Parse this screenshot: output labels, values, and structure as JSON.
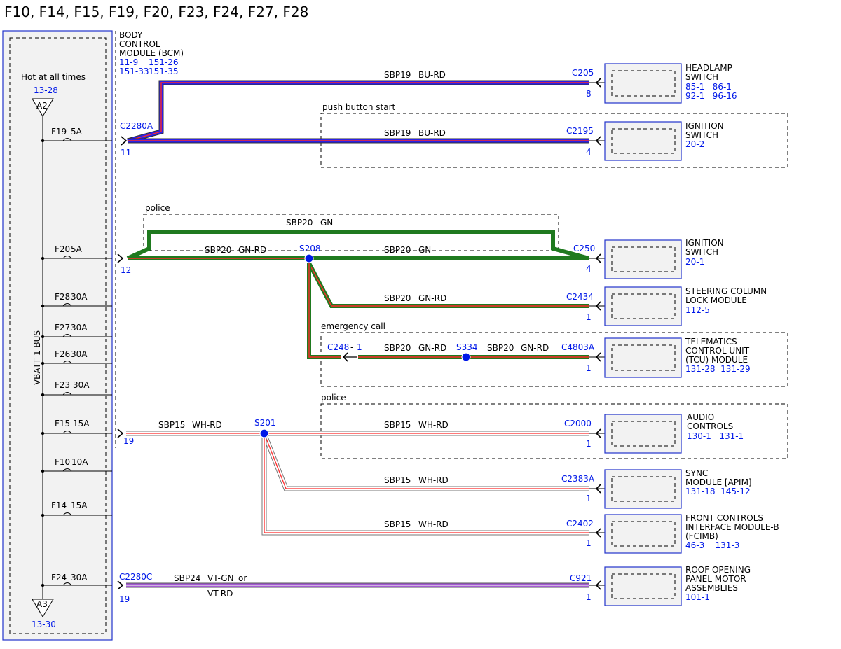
{
  "title": "F10, F14, F15, F19, F20, F23, F24, F27, F28",
  "bus": {
    "label": "VBATT 1 BUS",
    "hot_label": "Hot at all times",
    "a2": {
      "id": "A2",
      "ref": "13-28"
    },
    "a3": {
      "id": "A3",
      "ref": "13-30"
    },
    "fuses": [
      {
        "name": "F19",
        "rating": "5A"
      },
      {
        "name": "F20",
        "rating": "5A"
      },
      {
        "name": "F28",
        "rating": "30A"
      },
      {
        "name": "F27",
        "rating": "30A"
      },
      {
        "name": "F26",
        "rating": "30A"
      },
      {
        "name": "F23",
        "rating": "30A"
      },
      {
        "name": "F15",
        "rating": "15A"
      },
      {
        "name": "F10",
        "rating": "10A"
      },
      {
        "name": "F14",
        "rating": "15A"
      },
      {
        "name": "F24",
        "rating": "30A"
      }
    ]
  },
  "bcm": {
    "label": [
      "BODY",
      "CONTROL",
      "MODULE (BCM)"
    ],
    "refs": [
      "11-9",
      "151-26",
      "151-33",
      "151-35"
    ],
    "pins": [
      {
        "connector": "C2280A",
        "pin": "11"
      },
      {
        "pin": "12"
      },
      {
        "pin": "19"
      },
      {
        "connector": "C2280C",
        "pin": "19"
      }
    ]
  },
  "zones": {
    "push_button_start": "push button start",
    "police_top": "police",
    "emergency_call": "emergency call",
    "police_bottom": "police"
  },
  "wires": {
    "sbp19_headlamp": {
      "circuit": "SBP19",
      "color": "BU-RD"
    },
    "sbp19_ignition": {
      "circuit": "SBP19",
      "color": "BU-RD"
    },
    "sbp20_police": {
      "circuit": "SBP20",
      "color": "GN"
    },
    "sbp20_bcm": {
      "circuit": "SBP20",
      "color": "GN-RD"
    },
    "sbp20_ignition": {
      "circuit": "SBP20",
      "color": "GN"
    },
    "sbp20_steering": {
      "circuit": "SBP20",
      "color": "GN-RD"
    },
    "sbp20_tcu_a": {
      "circuit": "SBP20",
      "color": "GN-RD"
    },
    "sbp20_tcu_b": {
      "circuit": "SBP20",
      "color": "GN-RD"
    },
    "sbp15_bcm": {
      "circuit": "SBP15",
      "color": "WH-RD"
    },
    "sbp15_audio": {
      "circuit": "SBP15",
      "color": "WH-RD"
    },
    "sbp15_sync": {
      "circuit": "SBP15",
      "color": "WH-RD"
    },
    "sbp15_fcimb": {
      "circuit": "SBP15",
      "color": "WH-RD"
    },
    "sbp24_roof": {
      "circuit": "SBP24",
      "color": "VT-GN",
      "or_label": "or",
      "alt_color": "VT-RD"
    }
  },
  "splices": {
    "s208": "S208",
    "s334": "S334",
    "s201": "S201"
  },
  "inline_connector": {
    "name": "C248",
    "pin": "1"
  },
  "components": [
    {
      "connector": "C205",
      "pin": "8",
      "label": [
        "HEADLAMP",
        "SWITCH"
      ],
      "refs": [
        "85-1   86-1",
        "92-1   96-16"
      ]
    },
    {
      "connector": "C2195",
      "pin": "4",
      "label": [
        "IGNITION",
        "SWITCH"
      ],
      "refs": [
        "20-2"
      ]
    },
    {
      "connector": "C250",
      "pin": "4",
      "label": [
        "IGNITION",
        "SWITCH"
      ],
      "refs": [
        "20-1"
      ]
    },
    {
      "connector": "C2434",
      "pin": "1",
      "label": [
        "STEERING COLUMN",
        "LOCK MODULE"
      ],
      "refs": [
        "112-5"
      ]
    },
    {
      "connector": "C4803A",
      "pin": "1",
      "label": [
        "TELEMATICS",
        "CONTROL UNIT",
        "(TCU) MODULE"
      ],
      "refs": [
        "131-28  131-29"
      ]
    },
    {
      "connector": "C2000",
      "pin": "1",
      "label": [
        "AUDIO",
        "CONTROLS"
      ],
      "refs": [
        "130-1   131-1"
      ]
    },
    {
      "connector": "C2383A",
      "pin": "1",
      "label": [
        "SYNC",
        "MODULE [APIM]"
      ],
      "refs": [
        "131-18  145-12"
      ]
    },
    {
      "connector": "C2402",
      "pin": "1",
      "label": [
        "FRONT CONTROLS",
        "INTERFACE MODULE-B",
        "(FCIMB)"
      ],
      "refs": [
        "46-3    131-3"
      ]
    },
    {
      "connector": "C921",
      "pin": "1",
      "label": [
        "ROOF OPENING",
        "PANEL MOTOR",
        "ASSEMBLIES"
      ],
      "refs": [
        "101-1"
      ]
    }
  ],
  "colors": {
    "ref_blue": "#0018e8",
    "bu": "#2a1fe6",
    "rd": "#ff2a2a",
    "gn": "#1f7a1f",
    "wh": "#ffffff",
    "vt": "#a45ad2",
    "outline": "#333333"
  }
}
